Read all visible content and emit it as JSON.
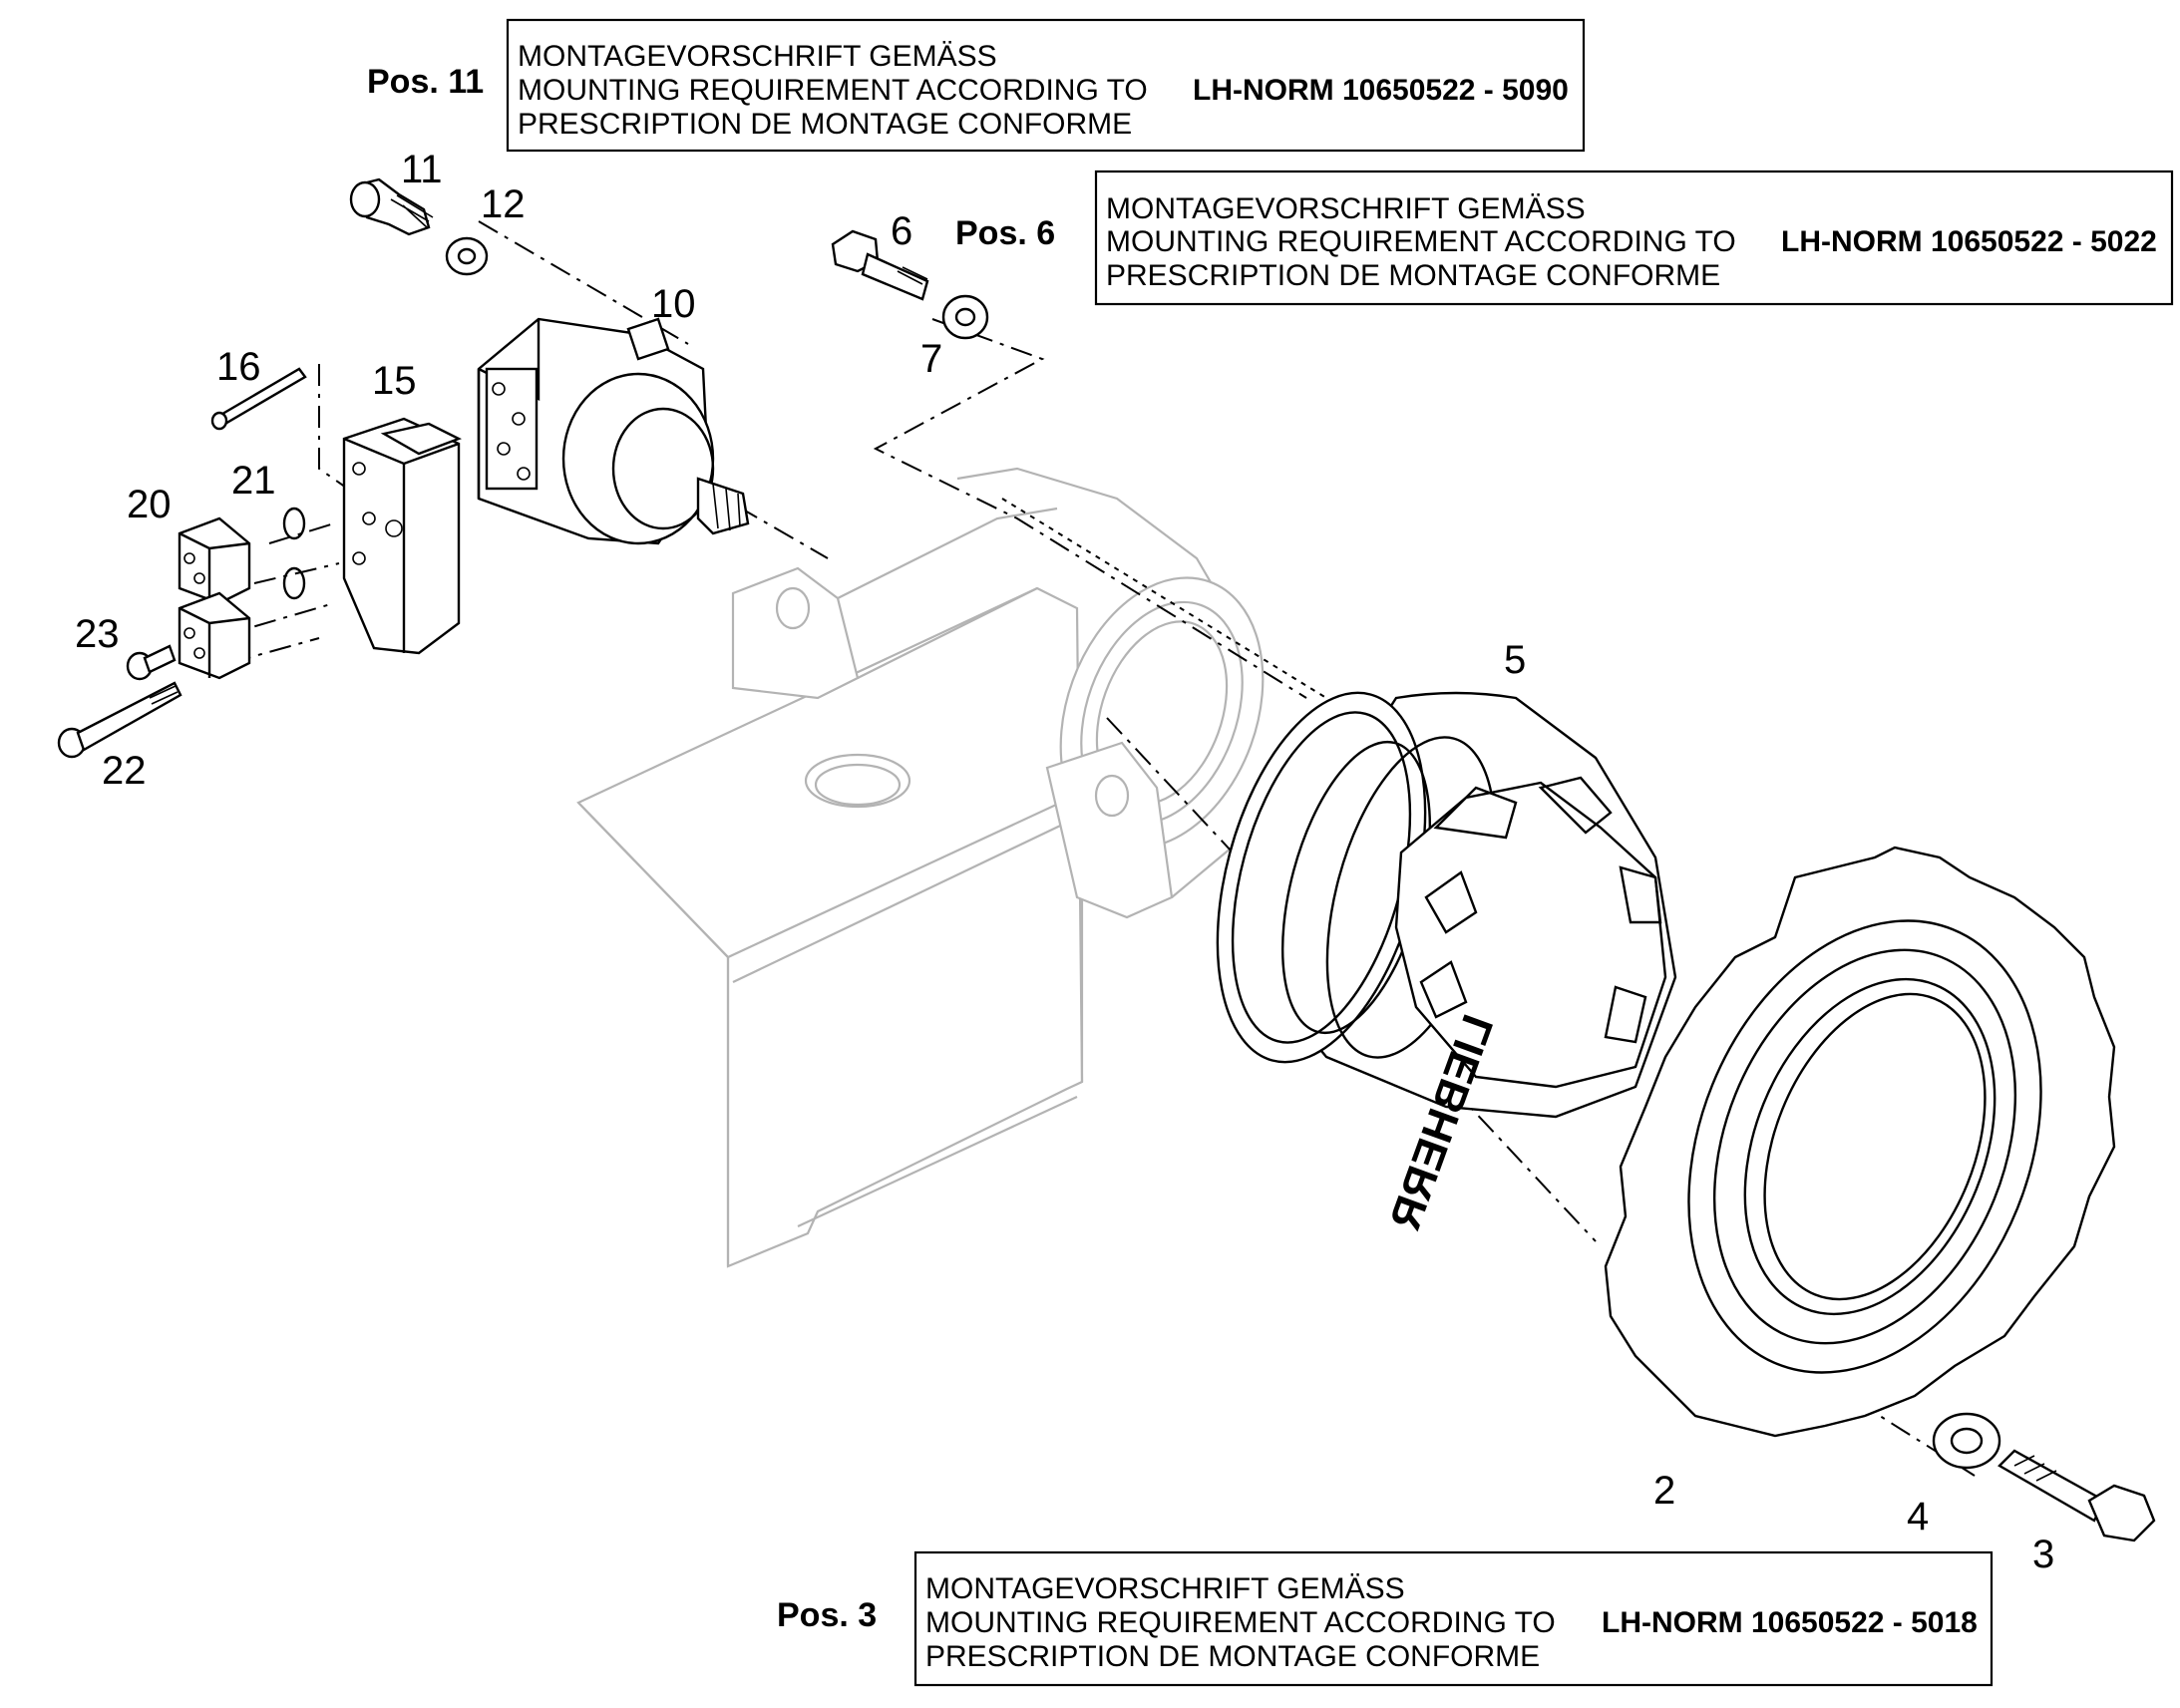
{
  "notes": [
    {
      "pos_label": "Pos. 11",
      "line_de": "MONTAGEVORSCHRIFT GEMÄSS",
      "line_en": "MOUNTING REQUIREMENT ACCORDING TO",
      "line_fr": "PRESCRIPTION DE MONTAGE CONFORME",
      "norm": "LH-NORM 10650522 - 5090"
    },
    {
      "pos_label": "Pos. 6",
      "line_de": "MONTAGEVORSCHRIFT GEMÄSS",
      "line_en": "MOUNTING REQUIREMENT ACCORDING TO",
      "line_fr": "PRESCRIPTION DE MONTAGE CONFORME",
      "norm": "LH-NORM 10650522 - 5022"
    },
    {
      "pos_label": "Pos. 3",
      "line_de": "MONTAGEVORSCHRIFT GEMÄSS",
      "line_en": "MOUNTING REQUIREMENT ACCORDING TO",
      "line_fr": "PRESCRIPTION DE MONTAGE CONFORME",
      "norm": "LH-NORM 10650522 - 5018"
    }
  ],
  "callouts": {
    "c2": "2",
    "c3": "3",
    "c4": "4",
    "c5": "5",
    "c6": "6",
    "c7": "7",
    "c10": "10",
    "c11": "11",
    "c12": "12",
    "c15": "15",
    "c16": "16",
    "c20": "20",
    "c21": "21",
    "c22": "22",
    "c23": "23"
  },
  "brand_text": "LIEBHERR"
}
